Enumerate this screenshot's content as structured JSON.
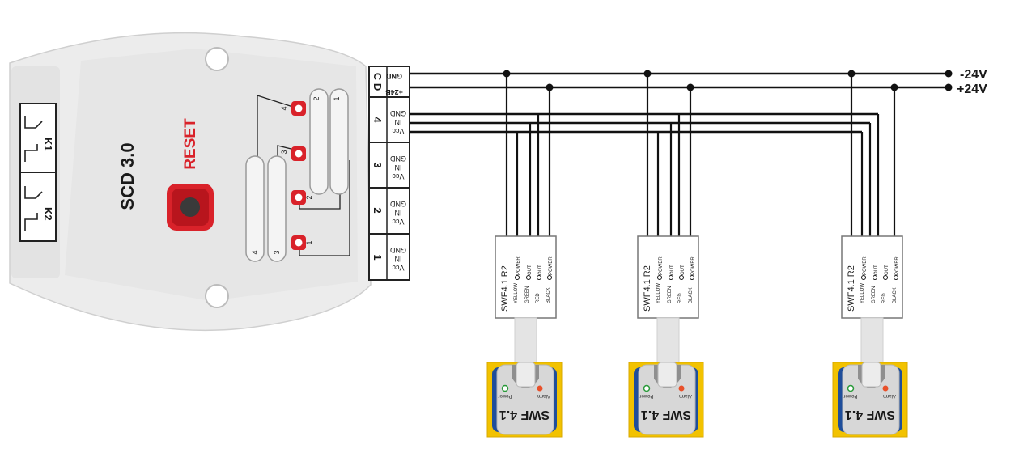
{
  "controller": {
    "model": "SCD 3.0",
    "reset_label": "RESET",
    "relay_labels": [
      "K1",
      "K2"
    ],
    "jumper_labels": [
      "4",
      "3",
      "2",
      "1"
    ],
    "tube_labels_right": [
      "2",
      "1"
    ],
    "tube_labels_left": [
      "4",
      "3"
    ],
    "power_terminal": {
      "group_label": "C D",
      "pins": [
        "GND",
        "+24B"
      ]
    },
    "channels": [
      {
        "number": "4",
        "pins": [
          "GND",
          "IN",
          "Vcc"
        ]
      },
      {
        "number": "3",
        "pins": [
          "GND",
          "IN",
          "Vcc"
        ]
      },
      {
        "number": "2",
        "pins": [
          "GND",
          "IN",
          "Vcc"
        ]
      },
      {
        "number": "1",
        "pins": [
          "GND",
          "IN",
          "Vcc"
        ]
      }
    ]
  },
  "bus": {
    "negative_label": "-24V",
    "positive_label": "+24V"
  },
  "sensor_modules": [
    {
      "title": "SWF4.1 R2",
      "wires": [
        "YELLOW",
        "GREEN",
        "RED",
        "BLACK"
      ],
      "pins": [
        "POWER",
        "OUT",
        "OUT",
        "POWER"
      ]
    },
    {
      "title": "SWF4.1 R2",
      "wires": [
        "YELLOW",
        "GREEN",
        "RED",
        "BLACK"
      ],
      "pins": [
        "POWER",
        "OUT",
        "OUT",
        "POWER"
      ]
    },
    {
      "title": "SWF4.1 R2",
      "wires": [
        "YELLOW",
        "GREEN",
        "RED",
        "BLACK"
      ],
      "pins": [
        "POWER",
        "OUT",
        "OUT",
        "POWER"
      ]
    }
  ],
  "sensors": [
    {
      "name": "SWF 4.1",
      "power_label": "Power",
      "alarm_label": "Alarm"
    },
    {
      "name": "SWF 4.1",
      "power_label": "Power",
      "alarm_label": "Alarm"
    },
    {
      "name": "SWF 4.1",
      "power_label": "Power",
      "alarm_label": "Alarm"
    }
  ],
  "colors": {
    "housing": "#ececec",
    "reset_red": "#d9222a",
    "wire": "#111111",
    "sensor_yellow": "#f2c200",
    "sensor_blue": "#1f4e9b"
  }
}
